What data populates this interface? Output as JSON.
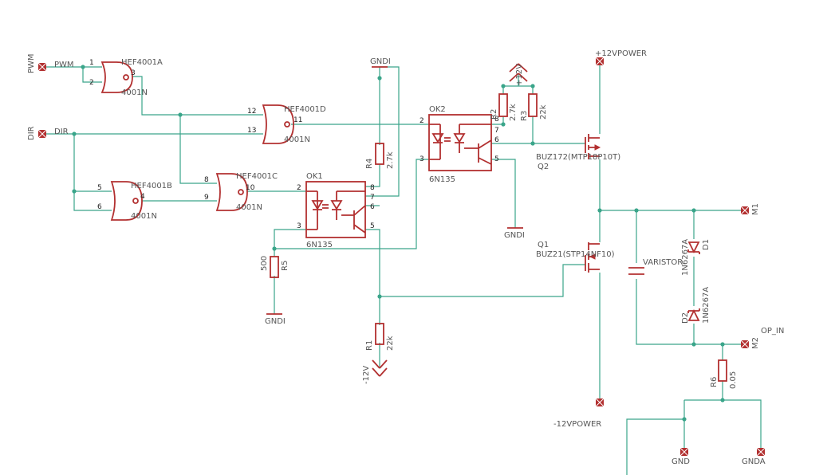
{
  "nets": {
    "pwm": "PWM",
    "dir": "DIR",
    "gndi": "GNDI",
    "plus12v": "+12V",
    "minus12v": "-12V",
    "plus12vpower": "+12VPOWER",
    "minus12vpower": "-12VPOWER",
    "m1": "M1",
    "m2": "M2",
    "op_in": "OP_IN",
    "gnd": "GND",
    "gnda": "GNDA"
  },
  "gates": {
    "a": {
      "name": "HEF4001A",
      "value": "4001N",
      "pins": [
        "1",
        "2",
        "3"
      ]
    },
    "b": {
      "name": "HEF4001B",
      "value": "4001N",
      "pins": [
        "5",
        "6",
        "4"
      ]
    },
    "c": {
      "name": "HEF4001C",
      "value": "4001N",
      "pins": [
        "8",
        "9",
        "10"
      ]
    },
    "d": {
      "name": "HEF4001D",
      "value": "4001N",
      "pins": [
        "12",
        "13",
        "11"
      ]
    }
  },
  "optos": {
    "ok1": {
      "name": "OK1",
      "value": "6N135",
      "pins": [
        "2",
        "3",
        "8",
        "7",
        "6",
        "5"
      ]
    },
    "ok2": {
      "name": "OK2",
      "value": "6N135",
      "pins": [
        "2",
        "3",
        "8",
        "7",
        "6",
        "5"
      ]
    }
  },
  "resistors": {
    "r1": {
      "name": "R1",
      "value": "22k"
    },
    "r2": {
      "name": "R2",
      "value": "2.7k"
    },
    "r3": {
      "name": "R3",
      "value": "22k"
    },
    "r4": {
      "name": "R4",
      "value": "2.7k"
    },
    "r5": {
      "name": "R5",
      "value": "500"
    },
    "r6": {
      "name": "R6",
      "value": "0.05"
    }
  },
  "transistors": {
    "q1": {
      "name": "Q1",
      "value": "BUZ21(STP14NF10)"
    },
    "q2": {
      "name": "Q2",
      "value": "BUZ172(MTP18P10T)"
    }
  },
  "diodes": {
    "d1": {
      "name": "D1",
      "value": "1N6267A"
    },
    "d2": {
      "name": "D2",
      "value": "1N6267A"
    }
  },
  "varistor": {
    "name": "VARISTOR"
  }
}
